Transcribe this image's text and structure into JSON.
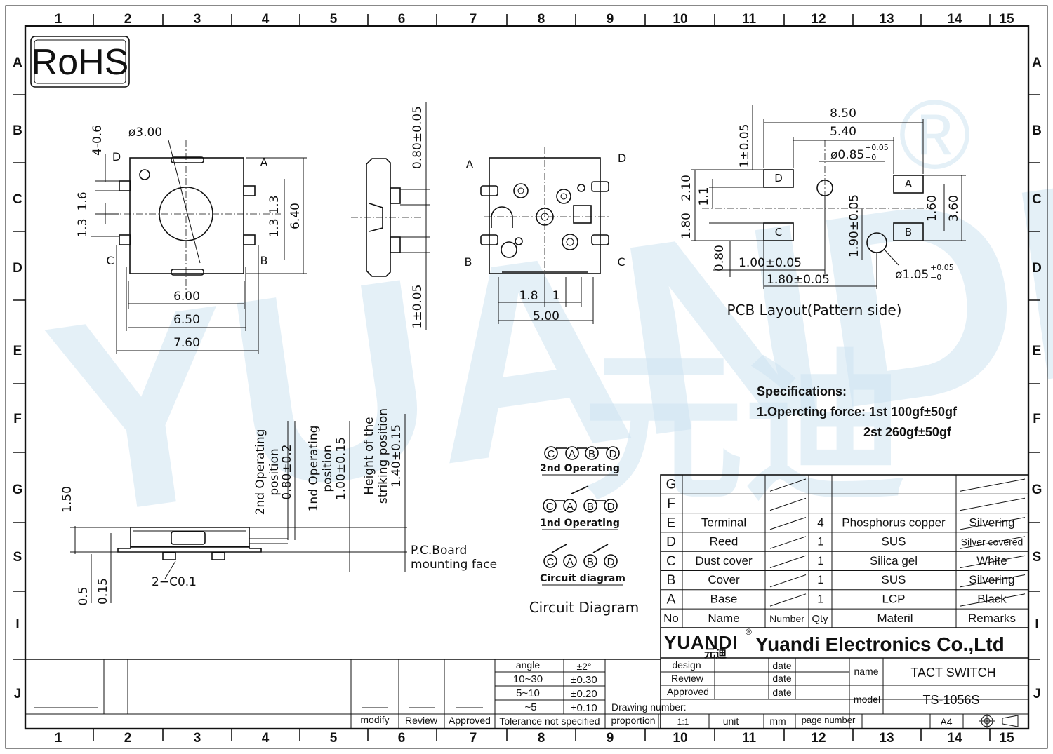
{
  "border": {
    "col_labels": [
      "1",
      "2",
      "3",
      "4",
      "5",
      "6",
      "7",
      "8",
      "9",
      "10",
      "11",
      "12",
      "13",
      "14",
      "15"
    ],
    "row_labels": [
      "A",
      "B",
      "C",
      "D",
      "E",
      "F",
      "G",
      "S",
      "I",
      "J"
    ]
  },
  "rohs": "RoHS",
  "watermark": {
    "latin": "YUANDI",
    "registered": "®",
    "cjk": "元迪"
  },
  "top_view": {
    "dim_diameter": "ø3.00",
    "dim_4_06": "4-0.6",
    "dim_16": "1.6",
    "dim_13_left": "1.3",
    "dim_13_right_a": "1.3",
    "dim_13_right_b": "1.3",
    "dim_640": "6.40",
    "dim_600": "6.00",
    "dim_650": "6.50",
    "dim_760": "7.60",
    "pin_d": "D",
    "pin_a": "A",
    "pin_c": "C",
    "pin_b": "B"
  },
  "side_view": {
    "dim_top": "0.80±0.05",
    "dim_bottom": "1±0.05"
  },
  "bottom_view": {
    "pin_a": "A",
    "pin_d": "D",
    "pin_b": "B",
    "pin_c": "C",
    "dim_18": "1.8",
    "dim_1": "1",
    "dim_500": "5.00"
  },
  "pcb": {
    "title": "PCB Layout(Pattern  side)",
    "dim_850": "8.50",
    "dim_540": "5.40",
    "dim_hole_small": "ø0.85",
    "tol_small_up": "+0.05",
    "tol_small_dn": "−0",
    "dim_1_005": "1±0.05",
    "dim_210": "2.10",
    "dim_11": "1.1",
    "dim_180": "1.80",
    "dim_080": "0.80",
    "dim_190": "1.90±0.05",
    "dim_160": "1.60",
    "dim_360": "3.60",
    "dim_100": "1.00±0.05",
    "dim_180b": "1.80±0.05",
    "dim_hole_big": "ø1.05",
    "tol_big_up": "+0.05",
    "tol_big_dn": "−0",
    "pad_d": "D",
    "pad_a": "A",
    "pad_c": "C",
    "pad_b": "B"
  },
  "front_view": {
    "dim_150": "1.50",
    "dim_05": "0.5",
    "dim_015": "0.15",
    "chamfer": "2−C0.1",
    "op2_l1": "2nd  Operating",
    "op2_l2": "position",
    "op2_l3": "0.80±0.2",
    "op1_l1": "1nd  Operating",
    "op1_l2": "position",
    "op1_l3": "1.00±0.15",
    "hs_l1": "Height  of  the",
    "hs_l2": "striking  position",
    "hs_l3": "1.40±0.15",
    "pcb_l1": "P.C.Board",
    "pcb_l2": "mounting  face"
  },
  "circuit": {
    "letters": [
      "C",
      "A",
      "B",
      "D"
    ],
    "op2": "2nd  Operating",
    "op1": "1nd  Operating",
    "cd": "Circuit  diagram",
    "title": "Circuit  Diagram"
  },
  "specs": {
    "title": "Specifications:",
    "line1": "1.Opercting force: 1st 100gf±50gf",
    "line2": "2st 260gf±50gf"
  },
  "bom": {
    "rows": [
      {
        "no": "G",
        "name": "",
        "qty": "",
        "material": "",
        "remarks": ""
      },
      {
        "no": "F",
        "name": "",
        "qty": "",
        "material": "",
        "remarks": ""
      },
      {
        "no": "E",
        "name": "Terminal",
        "qty": "4",
        "material": "Phosphorus copper",
        "remarks": "Silvering"
      },
      {
        "no": "D",
        "name": "Reed",
        "qty": "1",
        "material": "SUS",
        "remarks": "Silver covered"
      },
      {
        "no": "C",
        "name": "Dust cover",
        "qty": "1",
        "material": "Silica gel",
        "remarks": "White"
      },
      {
        "no": "B",
        "name": "Cover",
        "qty": "1",
        "material": "SUS",
        "remarks": "Silvering"
      },
      {
        "no": "A",
        "name": "Base",
        "qty": "1",
        "material": "LCP",
        "remarks": "Black"
      }
    ],
    "header": {
      "no": "No",
      "name": "Name",
      "number": "Number",
      "qty": "Qty",
      "material": "Materil",
      "remarks": "Remarks"
    }
  },
  "title_block": {
    "logo_latin": "YUANDI",
    "logo_cjk": "元迪",
    "logo_reg": "®",
    "company": "Yuandi Electronics Co.,Ltd",
    "design": "design",
    "review": "Review",
    "approved": "Approved",
    "date": "date",
    "name_label": "name",
    "name_value": "TACT SWITCH",
    "model_label": "model",
    "model_value": "TS-1056S",
    "drawing_number": "Drawing number:",
    "proportion": "proportion",
    "proportion_value": "1:1",
    "unit": "unit",
    "unit_value": "mm",
    "page_number": "page number",
    "size": "A4"
  },
  "tolerance": {
    "angle": "angle",
    "angle_tol": "±2°",
    "r1": "10~30",
    "r1_tol": "±0.30",
    "r2": "5~10",
    "r2_tol": "±0.20",
    "r3": "~5",
    "r3_tol": "±0.10",
    "label": "Tolerance not specified",
    "modify": "modify",
    "review": "Review",
    "approved": "Approved"
  }
}
